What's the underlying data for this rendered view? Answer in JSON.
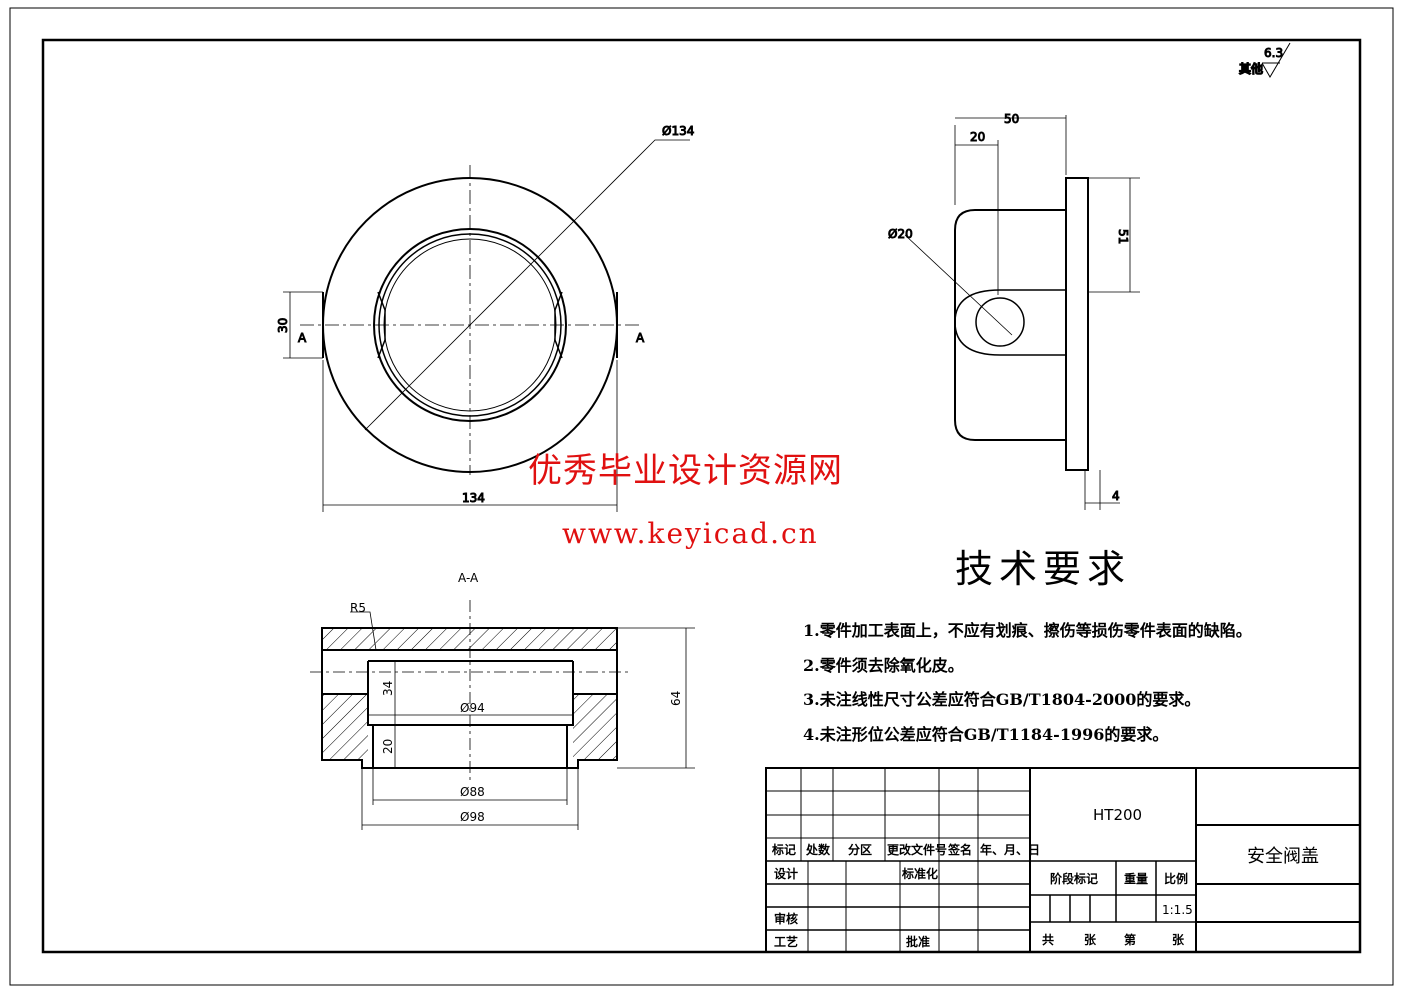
{
  "drawing": {
    "surface_roughness": {
      "value": "6.3",
      "label": "其他"
    },
    "front_view": {
      "dia_outer": "Ø134",
      "width": "134",
      "tab_height": "30",
      "section_mark_left": "A",
      "section_mark_right": "A"
    },
    "side_view": {
      "length": "50",
      "hole_offset": "20",
      "hole_dia": "Ø20",
      "height": "51",
      "flange": "4"
    },
    "section_view": {
      "title": "A-A",
      "radius": "R5",
      "bore_depth": "34",
      "bore_dia": "Ø94",
      "lower_depth": "20",
      "lower_dia": "Ø88",
      "step_dia": "Ø98",
      "total_height": "64"
    }
  },
  "watermark": {
    "line1": "优秀毕业设计资源网",
    "line2": "www.keyicad.cn"
  },
  "requirements": {
    "title": "技术要求",
    "items": [
      "1.零件加工表面上，不应有划痕、擦伤等损伤零件表面的缺陷。",
      "2.零件须去除氧化皮。",
      "3.未注线性尺寸公差应符合GB/T1804-2000的要求。",
      "4.未注形位公差应符合GB/T1184-1996的要求。"
    ]
  },
  "title_block": {
    "headers": [
      "标记",
      "处数",
      "分区",
      "更改文件号",
      "签名",
      "年、月、日"
    ],
    "design": "设计",
    "standardize": "标准化",
    "review": "审核",
    "process": "工艺",
    "approve": "批准",
    "material": "HT200",
    "stage": "阶段标记",
    "weight": "重量",
    "scale_label": "比例",
    "scale": "1:1.5",
    "sheets": [
      "共",
      "张",
      "第",
      "张"
    ],
    "part_name": "安全阀盖"
  }
}
